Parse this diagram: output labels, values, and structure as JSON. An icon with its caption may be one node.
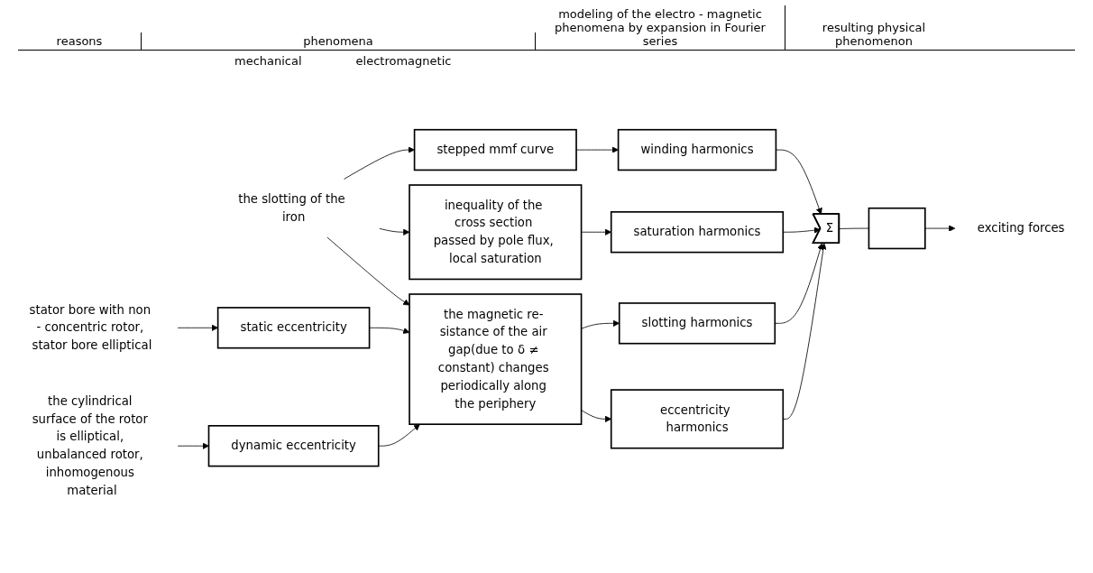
{
  "diagram": {
    "nodes": [
      {
        "text": [
          "the slotting of the iron"
        ]
      },
      {
        "text": [
          "stepped mmf curve"
        ]
      },
      {
        "text": [
          "winding harmonics"
        ]
      },
      {
        "text": [
          "inequality of the cross section passed by pole flux, local saturation"
        ]
      },
      {
        "text": [
          "saturation harmonics"
        ]
      },
      {
        "text": [
          "stator bore with non - concentric rotor, stator bore elliptical"
        ]
      },
      {
        "text": [
          "static eccentricity"
        ]
      },
      {
        "text": [
          "the magnetic re- sistance of the air gap(due to δ ≠ constant) changes periodically along the periphery"
        ]
      },
      {
        "text": [
          "slotting harmonics"
        ]
      },
      {
        "text": [
          "the cylindrical surface of the rotor is elliptical, unbalanced rotor, inhomogenous material"
        ]
      },
      {
        "text": [
          "dynamic eccentricity"
        ]
      },
      {
        "text": [
          "eccentricity harmonics"
        ]
      },
      {
        "text": [
          "Σ"
        ]
      },
      {
        "text": [],
        "shape": "box"
      },
      {
        "text": [
          "exciting forces"
        ]
      }
    ],
    "edges": [
      {
        "from": 0,
        "to": 1,
        "arrow": "to"
      },
      {
        "from": 0,
        "to": 3,
        "arrow": "to"
      },
      {
        "from": 0,
        "to": 7,
        "arrow": "to"
      },
      {
        "from": 5,
        "to": 6,
        "arrow": "to"
      },
      {
        "from": 9,
        "to": 10,
        "arrow": "to"
      },
      {
        "from": 6,
        "to": 7,
        "arrow": "to"
      },
      {
        "from": 10,
        "to": 7,
        "arrow": "to"
      },
      {
        "from": 1,
        "to": 2,
        "arrow": "to"
      },
      {
        "from": 3,
        "to": 4,
        "arrow": "to"
      },
      {
        "from": 7,
        "to": 8,
        "arrow": "to"
      },
      {
        "from": 7,
        "to": 11,
        "arrow": "to"
      },
      {
        "from": 2,
        "to": 12,
        "arrow": "to"
      },
      {
        "from": 4,
        "to": 12,
        "arrow": "to"
      },
      {
        "from": 8,
        "to": 12,
        "arrow": "to"
      },
      {
        "from": 11,
        "to": 12,
        "arrow": "to"
      },
      {
        "from": 12,
        "to": 13,
        "arrow": "none"
      },
      {
        "from": 13,
        "to": 14,
        "arrow": "to"
      }
    ],
    "labels": [
      "modeling of the electro - magnetic phenomena by expansion in Fourier series",
      "reasons",
      "phenomena",
      "resulting physical phenomenon",
      "mechanical",
      "electromagnetic"
    ]
  }
}
